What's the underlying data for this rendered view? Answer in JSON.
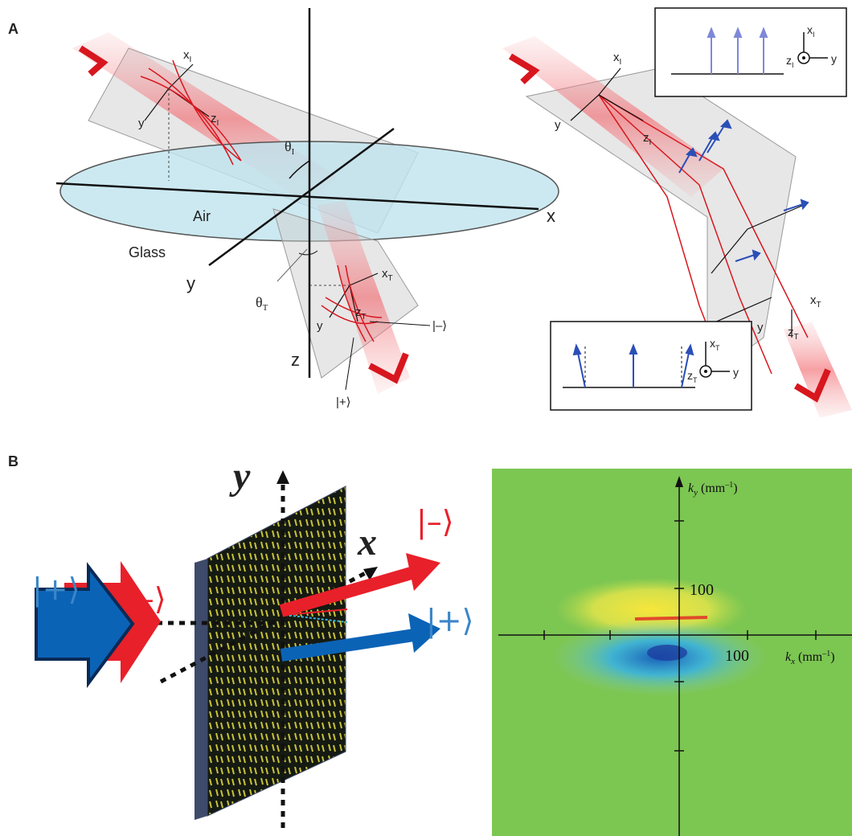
{
  "panel_a": {
    "label": "A",
    "left": {
      "air": "Air",
      "glass": "Glass",
      "axis_x": "x",
      "axis_y": "y",
      "axis_z": "z",
      "x_i": "x",
      "y_i": "y",
      "z_i": "z",
      "sub_i": "I",
      "theta_i": "θ",
      "theta_t": "θ",
      "sub_t": "T",
      "x_t": "x",
      "y_t": "y",
      "z_t": "z",
      "ket_minus": "|–⟩",
      "ket_plus": "|+⟩"
    },
    "right": {
      "x_i": "x",
      "y_i": "y",
      "z_i": "z",
      "sub_i": "I",
      "x_t": "x",
      "y_t": "y",
      "z_t": "z",
      "sub_t": "T",
      "inset_top": {
        "x": "x",
        "z": "z",
        "y": "y",
        "sub": "I"
      },
      "inset_bottom": {
        "x": "x",
        "z": "z",
        "y": "y",
        "sub": "T"
      }
    }
  },
  "panel_b": {
    "label": "B",
    "axis_y": "y",
    "axis_x": "x",
    "ket_plus_in": "|+⟩",
    "ket_minus_in": "|–⟩",
    "ket_minus_out": "|–⟩",
    "ket_plus_out": "|+⟩",
    "plot": {
      "ky_label": "k",
      "ky_sub": "y",
      "ky_unit": "(mm",
      "ky_unit_sup": "–1",
      "ky_unit_end": ")",
      "kx_label": "k",
      "kx_sub": "x",
      "kx_unit": "(mm",
      "kx_unit_sup": "–1",
      "kx_unit_end": ")",
      "tick_y": "100",
      "tick_x": "100"
    }
  },
  "colors": {
    "beam_red": "#e8202a",
    "arrow_blue": "#0b63b6",
    "ket_blue": "#3a86c8",
    "plot_green": "#7cc652",
    "glass_grey": "#cfcfcf",
    "interface_cyan": "#bfe3ee"
  }
}
